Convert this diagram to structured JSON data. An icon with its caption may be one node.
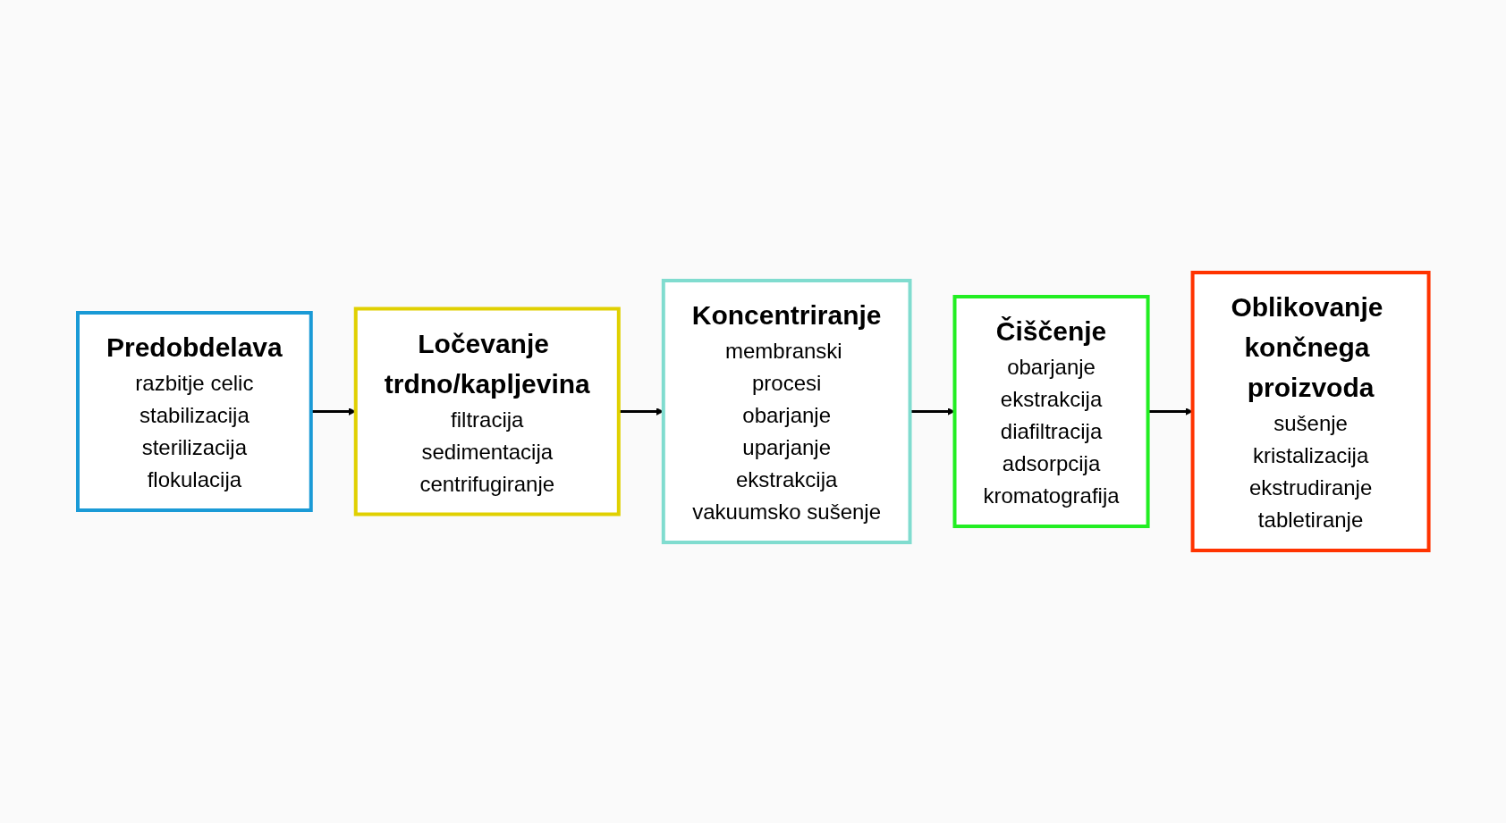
{
  "diagram": {
    "nodes": [
      {
        "text": [
          "Predobdelava",
          "razbitje celic",
          "stabilizacija",
          "sterilizacija",
          "flokulacija"
        ]
      },
      {
        "text": [
          "Ločevanje trdno/kapljevina",
          "filtracija",
          "sedimentacija",
          "centrifugiranje"
        ]
      },
      {
        "text": [
          "Koncentriranje",
          "membranski procesi",
          "obarjanje",
          "uparjanje",
          "ekstrakcija",
          "vakuumsko sušenje"
        ]
      },
      {
        "text": [
          "Čiščenje",
          "obarjanje",
          "ekstrakcija",
          "diafiltracija",
          "adsorpcija",
          "kromatografija"
        ]
      },
      {
        "text": [
          "Oblikovanje končnega proizvoda",
          "sušenje",
          "kristalizacija",
          "ekstrudiranje",
          "tabletiranje"
        ]
      }
    ],
    "edges": [
      {
        "from": 0,
        "to": 1,
        "arrow": "to"
      },
      {
        "from": 1,
        "to": 2,
        "arrow": "to"
      },
      {
        "from": 2,
        "to": 3,
        "arrow": "to"
      },
      {
        "from": 3,
        "to": 4,
        "arrow": "to"
      }
    ]
  }
}
